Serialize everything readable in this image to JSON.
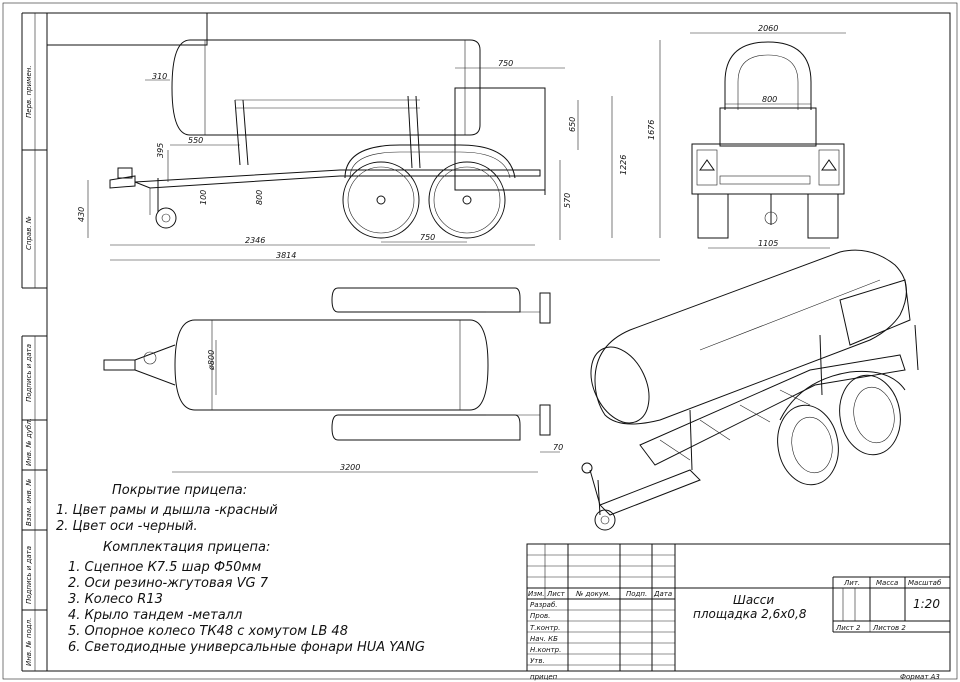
{
  "dimensions": {
    "d2060": "2060",
    "d800_top": "800",
    "d750_top": "750",
    "d310": "310",
    "d550": "550",
    "d395": "395",
    "d650": "650",
    "d1226": "1226",
    "d1676": "1676",
    "d430": "430",
    "d100": "100",
    "d800_small": "800",
    "d570": "570",
    "d2346": "2346",
    "d750_axle": "750",
    "d3814": "3814",
    "d1105": "1105",
    "d_phi800": "ø800",
    "d3200": "3200",
    "d70": "70"
  },
  "sidebar": {
    "perv_primen": "Перв. примен.",
    "sprav": "Справ. №",
    "podp_data_1": "Подпись и дата",
    "inv_dubl": "Инв. № дубл.",
    "vzam_inv": "Взам. инв. №",
    "podp_data_2": "Подпись и дата",
    "inv_podl": "Инв. № подл."
  },
  "notes": {
    "coating_heading": "Покрытие прицепа:",
    "coating": [
      "1.  Цвет рамы и дышла -красный",
      "2.  Цвет оси -черный."
    ],
    "kit_heading": "Комплектация прицепа:",
    "kit": [
      "1.  Сцепное К7.5 шар Ф50мм",
      "2.  Оси резино-жгутовая VG 7",
      "3.  Колесо R13",
      "4.  Крыло тандем -металл",
      "5.  Опорное колесо ТК48 с хомутом LB 48",
      "6.  Светодиодные универсальные фонари HUA YANG"
    ]
  },
  "title_block": {
    "col_izm": "Изм.",
    "col_list": "Лист",
    "col_doc": "№ докум.",
    "col_podp": "Подп.",
    "col_data": "Дата",
    "row_razrab": "Разраб.",
    "row_prov": "Пров.",
    "row_tkontr": "Т.контр.",
    "row_nach": "Нач. КБ",
    "row_nkontr": "Н.контр.",
    "row_utv": "Утв.",
    "name_line1": "Шасси",
    "name_line2": "площадка 2,6х0,8",
    "h_lit": "Лит.",
    "h_massa": "Масса",
    "h_masshtab": "Масштаб",
    "scale": "1:20",
    "sheet": "Лист 2",
    "sheets": "Листов 2",
    "bottom_label": "прицеп",
    "format": "Формат А3"
  }
}
